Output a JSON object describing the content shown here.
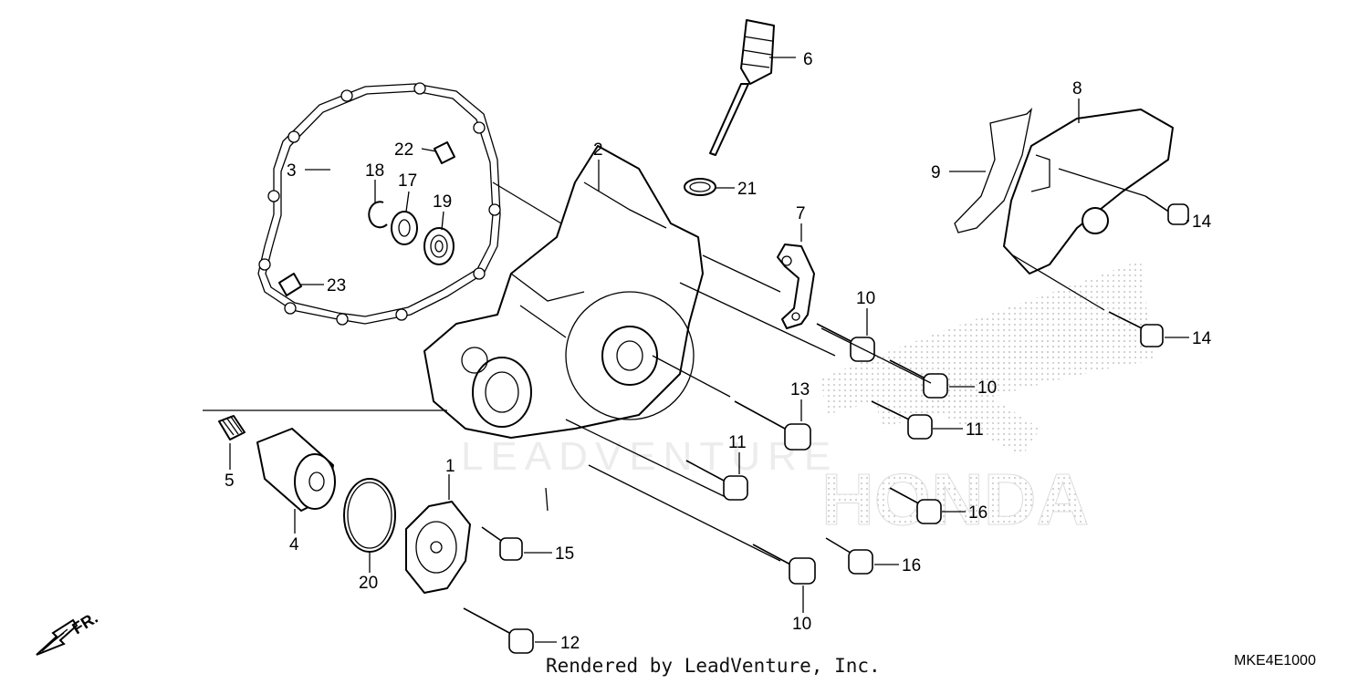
{
  "diagram": {
    "credit_text": "Rendered by LeadVenture, Inc.",
    "diagram_code": "MKE4E1000",
    "direction_label": "FR.",
    "watermark_text": "LEADVENTURE",
    "brand_text": "HONDA",
    "callouts": {
      "c1": "1",
      "c2": "2",
      "c3": "3",
      "c4": "4",
      "c5": "5",
      "c6": "6",
      "c7": "7",
      "c8": "8",
      "c9": "9",
      "c10a": "10",
      "c10b": "10",
      "c10c": "10",
      "c11a": "11",
      "c11b": "11",
      "c12": "12",
      "c13": "13",
      "c14a": "14",
      "c14b": "14",
      "c15": "15",
      "c16a": "16",
      "c16b": "16",
      "c17": "17",
      "c18": "18",
      "c19": "19",
      "c20": "20",
      "c21": "21",
      "c22": "22",
      "c23": "23"
    }
  }
}
